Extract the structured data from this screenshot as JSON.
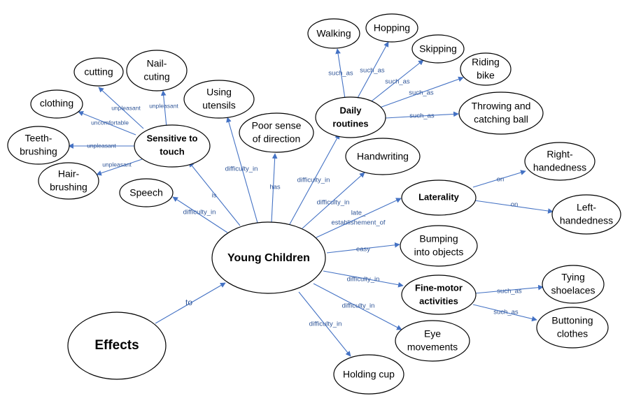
{
  "nodes": {
    "effects": "Effects",
    "young_children": "Young Children",
    "sensitive_to_touch": [
      "Sensitive to",
      "touch"
    ],
    "daily_routines": [
      "Daily",
      "routines"
    ],
    "laterality": "Laterality",
    "fine_motor": [
      "Fine-motor",
      "activities"
    ],
    "cutting": "cutting",
    "nail_cuting": [
      "Nail-",
      "cuting"
    ],
    "clothing": "clothing",
    "teeth_brushing": [
      "Teeth-",
      "brushing"
    ],
    "hair_brushing": [
      "Hair-",
      "brushing"
    ],
    "speech": "Speech",
    "using_utensils": [
      "Using",
      "utensils"
    ],
    "poor_sense": [
      "Poor sense",
      "of direction"
    ],
    "handwriting": "Handwriting",
    "walking": "Walking",
    "hopping": "Hopping",
    "skipping": "Skipping",
    "riding_bike": [
      "Riding",
      "bike"
    ],
    "throwing": [
      "Throwing and",
      "catching ball"
    ],
    "right_handedness": [
      "Right-",
      "handedness"
    ],
    "left_handedness": [
      "Left-",
      "handedness"
    ],
    "bumping": [
      "Bumping",
      "into objects"
    ],
    "tying": [
      "Tying",
      "shoelaces"
    ],
    "buttoning": [
      "Buttoning",
      "clothes"
    ],
    "eye_movements": [
      "Eye",
      "movements"
    ],
    "holding_cup": "Holding cup"
  },
  "edges": {
    "to": "to",
    "is": "is",
    "has": "has",
    "difficulty_in": "difficulty_in",
    "such_as": "such_as",
    "unpleasant": "unpleasant",
    "uncomfortable": "uncomfortable",
    "on": "on",
    "easy": "easy",
    "late_establishement_of": [
      "late_",
      "establishement_of"
    ]
  }
}
